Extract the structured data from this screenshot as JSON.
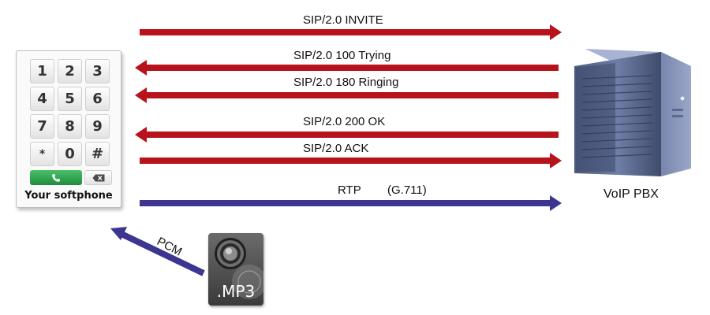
{
  "messages": [
    {
      "label": "SIP/2.0 INVITE",
      "direction": "right",
      "color": "#b8121b"
    },
    {
      "label": "SIP/2.0 100 Trying",
      "direction": "left",
      "color": "#b8121b"
    },
    {
      "label": "SIP/2.0 180 Ringing",
      "direction": "left",
      "color": "#b8121b"
    },
    {
      "label": "SIP/2.0 200 OK",
      "direction": "left",
      "color": "#b8121b"
    },
    {
      "label": "SIP/2.0 ACK",
      "direction": "right",
      "color": "#b8121b"
    }
  ],
  "rtp": {
    "label": "RTP",
    "codec": "(G.711)",
    "direction": "right",
    "color": "#3d3592"
  },
  "softphone": {
    "label": "Your softphone",
    "keys": [
      "1",
      "2",
      "3",
      "4",
      "5",
      "6",
      "7",
      "8",
      "9",
      "*",
      "0",
      "#"
    ],
    "call_icon": "phone-handset-icon",
    "delete_icon": "backspace-icon"
  },
  "server": {
    "label": "VoIP PBX",
    "icon": "server-tower-icon"
  },
  "media_file": {
    "label": ".MP3",
    "icon": "speaker-file-icon"
  },
  "pcm": {
    "label": "PCM",
    "color": "#3d3592"
  }
}
